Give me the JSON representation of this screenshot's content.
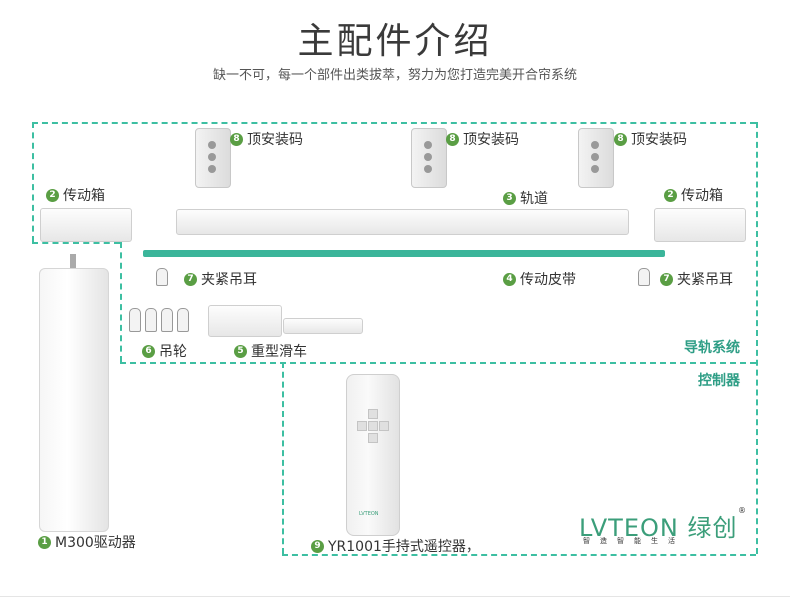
{
  "header": {
    "title": "主配件介绍",
    "subtitle": "缺一不可，每一个部件出类拔萃，努力为您打造完美开合帘系统"
  },
  "labels": {
    "top_bracket_1": {
      "num": "8",
      "text": "顶安装码"
    },
    "top_bracket_2": {
      "num": "8",
      "text": "顶安装码"
    },
    "top_bracket_3": {
      "num": "8",
      "text": "顶安装码"
    },
    "gearbox_left": {
      "num": "2",
      "text": "传动箱"
    },
    "gearbox_right": {
      "num": "2",
      "text": "传动箱"
    },
    "track": {
      "num": "3",
      "text": "轨道"
    },
    "clamp_left": {
      "num": "7",
      "text": "夹紧吊耳"
    },
    "clamp_right": {
      "num": "7",
      "text": "夹紧吊耳"
    },
    "belt": {
      "num": "4",
      "text": "传动皮带"
    },
    "runners": {
      "num": "6",
      "text": "吊轮"
    },
    "carriage": {
      "num": "5",
      "text": "重型滑车"
    },
    "motor": {
      "num": "1",
      "text": "M300驱动器"
    },
    "remote": {
      "num": "9",
      "text": "YR1001手持式遥控器，"
    }
  },
  "sections": {
    "rail_system": "导轨系统",
    "controller": "控制器"
  },
  "brand": {
    "logo": "LVTEON 绿创",
    "registered": "®",
    "tagline": "智造智能生活",
    "remote_logo": "LVTEON"
  },
  "colors": {
    "accent": "#3dbfa2",
    "badge": "#5a9e44",
    "belt": "#3bb59a",
    "brand": "#3b9e7a"
  }
}
